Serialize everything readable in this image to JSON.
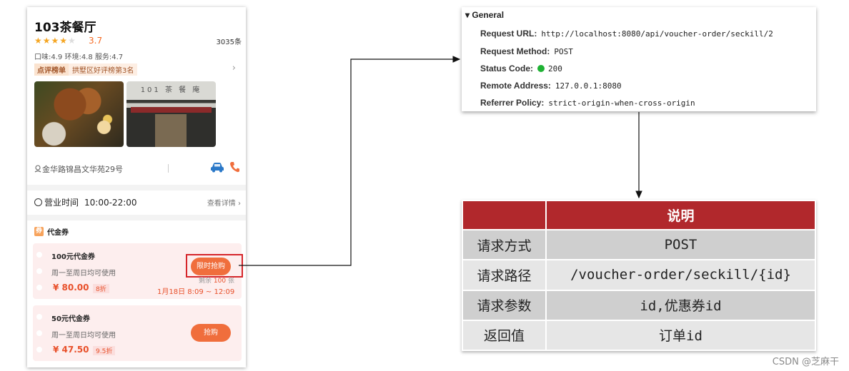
{
  "shop": {
    "title": "103茶餐厅",
    "stars": "★★★★",
    "star_empty": "★",
    "rating": "3.7",
    "review_count": "3035条",
    "scores": "口味:4.9 环境:4.8 服务:4.7",
    "rank_tag": "点评榜单",
    "rank_text": "拱墅区好评榜第3名",
    "chevron": "›",
    "photo2_sign": "101 茶 餐 庵",
    "address": "金华路锦昌文华苑29号",
    "hours_label": "营业时间",
    "hours_time": "10:00-22:00",
    "hours_more": "查看详情 ›",
    "voucher_head": "代金券",
    "voucher_icon": "券"
  },
  "vouchers": [
    {
      "title": "100元代金券",
      "desc": "周一至周日均可使用",
      "price": "¥ 80.00",
      "discount": "8折",
      "button": "限时抢购",
      "remain_prefix": "剩余",
      "remain_num": "100",
      "remain_suffix": "张",
      "valid": "1月18日 8:09 ~ 12:09"
    },
    {
      "title": "50元代金券",
      "desc": "周一至周日均可使用",
      "price": "¥ 47.50",
      "discount": "9.5折",
      "button": "抢购"
    }
  ],
  "devtools": {
    "section_title": "▾ General",
    "rows": [
      {
        "key": "Request URL:",
        "value": "http://localhost:8080/api/voucher-order/seckill/2"
      },
      {
        "key": "Request Method:",
        "value": "POST"
      },
      {
        "key": "Status Code:",
        "value": "200"
      },
      {
        "key": "Remote Address:",
        "value": "127.0.0.1:8080"
      },
      {
        "key": "Referrer Policy:",
        "value": "strict-origin-when-cross-origin"
      }
    ],
    "status_color": "#1fb234"
  },
  "spec_table": {
    "header": [
      "",
      "说明"
    ],
    "rows": [
      {
        "label": "请求方式",
        "value": "POST"
      },
      {
        "label": "请求路径",
        "value": "/voucher-order/seckill/{id}"
      },
      {
        "label": "请求参数",
        "value": "id,优惠券id"
      },
      {
        "label": "返回值",
        "value": "订单id"
      }
    ],
    "header_color": "#b1282c"
  },
  "watermark": "CSDN @芝麻干",
  "colors": {
    "accent": "#f06e3c",
    "price": "#e8502a",
    "highlight": "#d5252a",
    "icon_blue": "#2a78c8"
  }
}
